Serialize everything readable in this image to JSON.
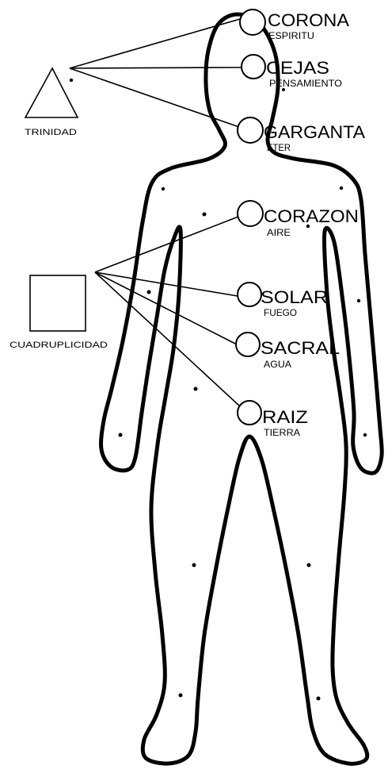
{
  "colors": {
    "ink": "#000000",
    "paper": "#ffffff"
  },
  "diagram": {
    "trinity": {
      "label": "TRINIDAD"
    },
    "quadruplicity": {
      "label": "CUADRUPLICIDAD"
    },
    "chakras": [
      {
        "name": "CORONA",
        "element": "ESPIRITU"
      },
      {
        "name": "CEJAS",
        "element": "PENSAMIENTO"
      },
      {
        "name": "GARGANTA",
        "element": "ETER"
      },
      {
        "name": "CORAZON",
        "element": "AIRE"
      },
      {
        "name": "SOLAR",
        "element": "FUEGO"
      },
      {
        "name": "SACRAL",
        "element": "AGUA"
      },
      {
        "name": "RAIZ",
        "element": "TIERRA"
      }
    ]
  }
}
